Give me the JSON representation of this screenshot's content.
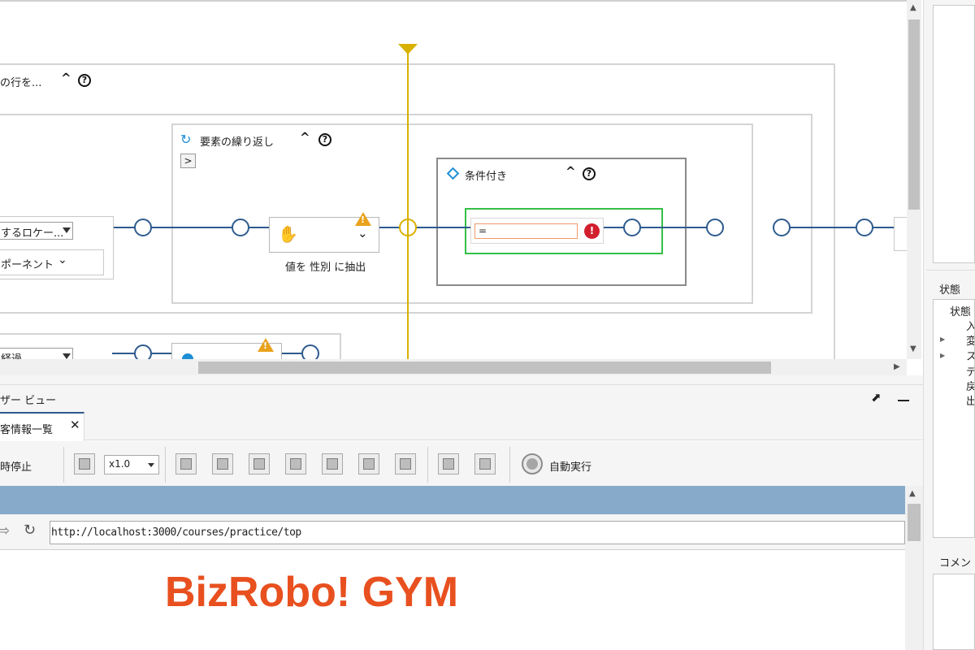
{
  "canvas": {
    "outer_loop": {
      "title": "の行を..."
    },
    "repeat_elements": {
      "title": "要素の繰り返し",
      "expand": ">"
    },
    "conditional": {
      "title": "条件付き",
      "condition_value": "="
    },
    "extract_step": {
      "label": "値を 性別 に抽出"
    },
    "left_select": {
      "value": "するロケー..."
    },
    "left_component": {
      "value": "ポーネント"
    },
    "lower_select": {
      "value": "経過"
    }
  },
  "right_panel": {
    "state_header": "状態",
    "state_tree": [
      "状態",
      "入",
      "変",
      "ス",
      "デ",
      "戻",
      "出"
    ],
    "comment_header": "コメン"
  },
  "browser_view": {
    "panel_title": "ザー ビュー",
    "tab_label": "客情報一覧",
    "pause_label": "時停止",
    "speed_value": "x1.0",
    "auto_run_label": "自動実行",
    "url": "http://localhost:3000/courses/practice/top",
    "logo_text": "BizRobo! GYM"
  },
  "colors": {
    "flow_line": "#2e5b8e",
    "cursor_line": "#d9b100",
    "condition_frame": "#34c046",
    "logo": "#e8501f",
    "address_bar_band": "#87aacb"
  }
}
